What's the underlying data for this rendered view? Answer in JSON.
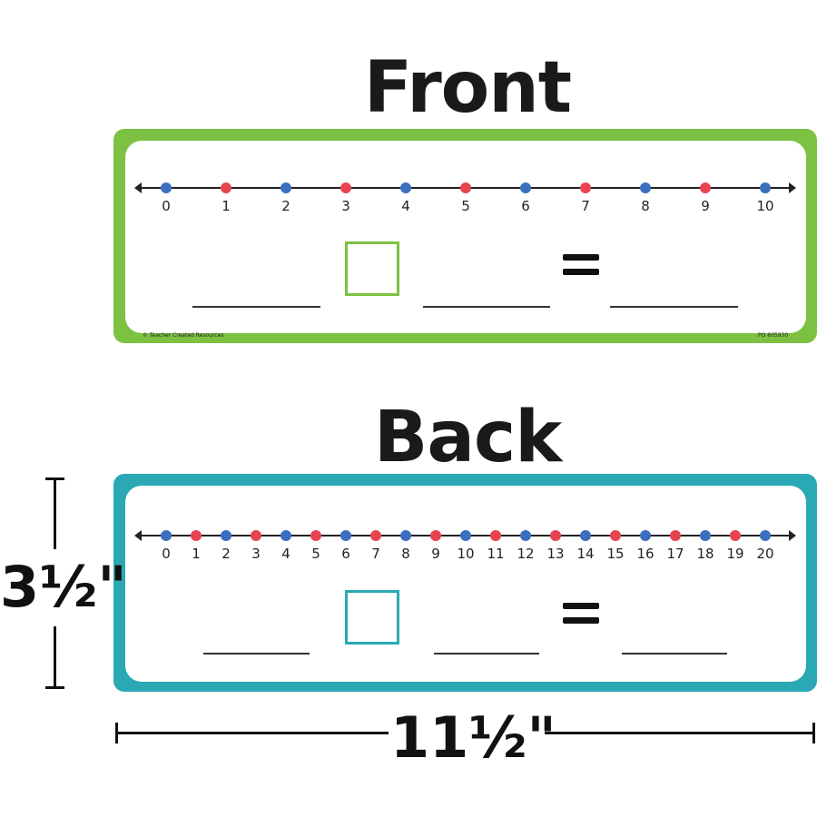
{
  "front": {
    "title": "Front",
    "color": "#7dc142",
    "labels": [
      "0",
      "1",
      "2",
      "3",
      "4",
      "5",
      "6",
      "7",
      "8",
      "9",
      "10"
    ],
    "copyright": "© Teacher Created Resources",
    "product_code": "PO 605930"
  },
  "back": {
    "title": "Back",
    "color": "#2aa9b4",
    "labels": [
      "0",
      "1",
      "2",
      "3",
      "4",
      "5",
      "6",
      "7",
      "8",
      "9",
      "10",
      "11",
      "12",
      "13",
      "14",
      "15",
      "16",
      "17",
      "18",
      "19",
      "20"
    ]
  },
  "colors": {
    "blue": "#3a6fc0",
    "red": "#e8444f"
  },
  "dimensions": {
    "height": "3½\"",
    "width": "11½\""
  }
}
